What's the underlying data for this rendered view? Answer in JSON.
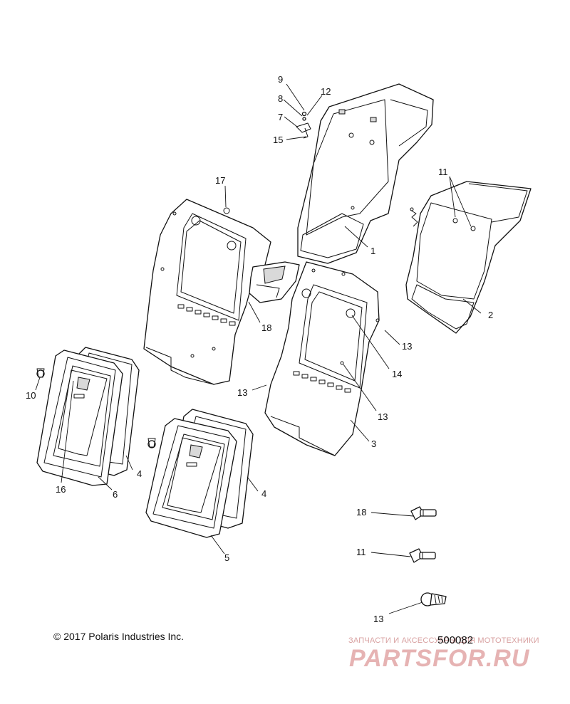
{
  "copyright": "© 2017 Polaris Industries Inc.",
  "diagram_number": "500082",
  "watermark": {
    "tagline": "ЗАПЧАСТИ И АКСЕССУАРЫ ДЛЯ МОТОТЕХНИКИ",
    "logo": "PARTSFOR.RU"
  },
  "callouts": {
    "c1": "1",
    "c2": "2",
    "c3": "3",
    "c4a": "4",
    "c4b": "4",
    "c5": "5",
    "c6": "6",
    "c7": "7",
    "c8": "8",
    "c9": "9",
    "c10": "10",
    "c11a": "11",
    "c11b": "11",
    "c12": "12",
    "c13a": "13",
    "c13b": "13",
    "c13c": "13",
    "c13d": "13",
    "c14": "14",
    "c15": "15",
    "c16": "16",
    "c17": "17",
    "c18a": "18",
    "c18b": "18"
  }
}
